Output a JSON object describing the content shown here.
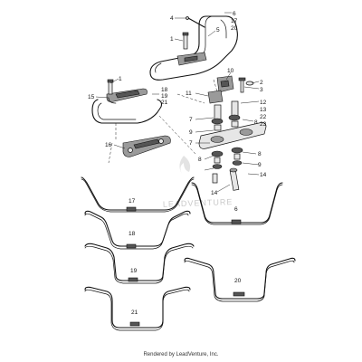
{
  "labels": {
    "l4": "4",
    "l6a": "6",
    "l17a": "17",
    "l20a": "20",
    "l5": "5",
    "l1a": "1",
    "l1b": "1",
    "l15": "15",
    "l18a": "18",
    "l19a": "19",
    "l21a": "21",
    "l10": "10",
    "l2": "2",
    "l3": "3",
    "l11": "11",
    "l12": "12",
    "l13": "13",
    "l22": "22",
    "l23": "23",
    "l7a": "7",
    "l7b": "7",
    "l9a": "9",
    "l9b": "9",
    "l8a": "8",
    "l8b": "8",
    "l8c": "8",
    "l16": "16",
    "l14a": "14",
    "l14b": "14",
    "b17": "17",
    "b6": "6",
    "b18": "18",
    "b19": "19",
    "b20": "20",
    "b21": "21"
  },
  "watermark": "LEADVENTURE",
  "footer": "Rendered by LeadVenture, Inc."
}
